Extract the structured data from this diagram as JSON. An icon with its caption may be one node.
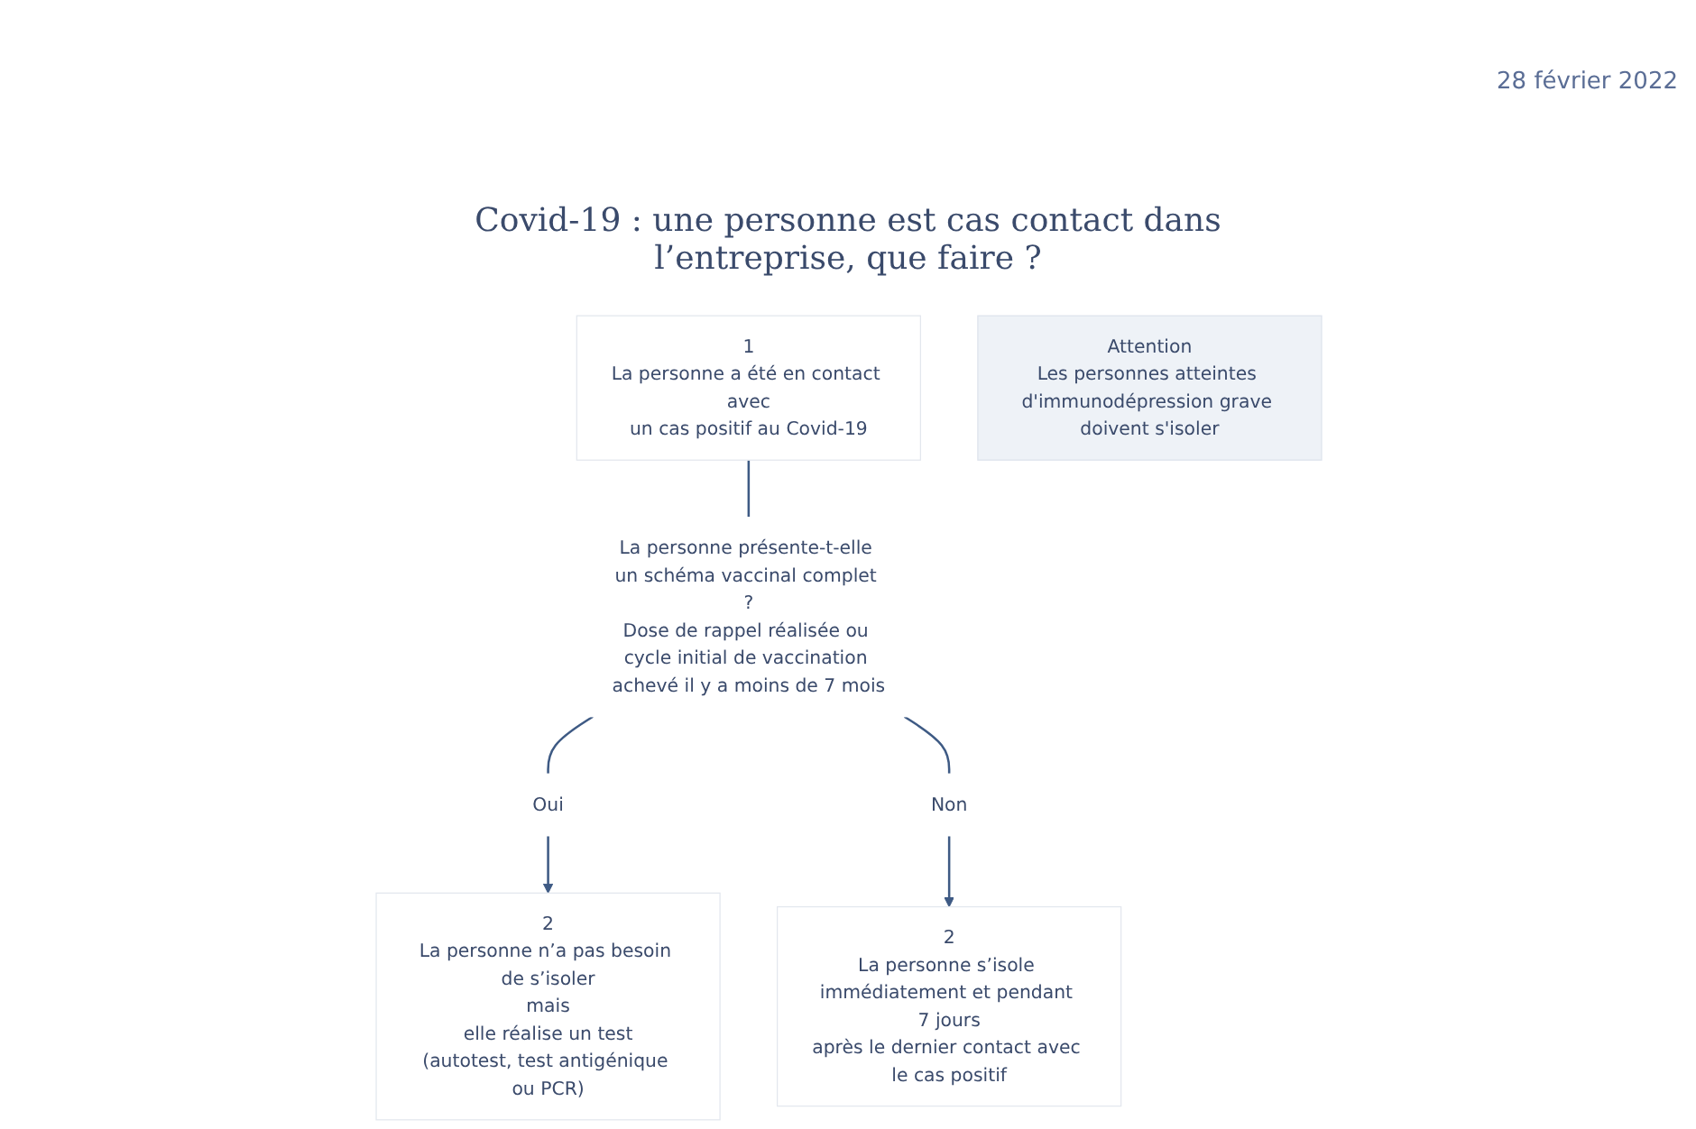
{
  "diagram": {
    "title": "Covid-19 : une personne est cas contact dans l’entreprise, que faire ?",
    "nodes": [
      {
        "text": [
          "1",
          "La personne a été en contact avec",
          "un cas positif au Covid-19"
        ]
      },
      {
        "text": [
          "La personne présente-t-elle un schéma vaccinal complet ?",
          "Dose de rappel réalisée ou cycle initial de vaccination achevé il y a moins de 7 mois"
        ]
      },
      {
        "text": [
          "Oui"
        ]
      },
      {
        "text": [
          "Non"
        ]
      },
      {
        "text": [
          "2",
          "La personne n’a pas besoin de s’isoler",
          "mais",
          "elle réalise un test",
          "(autotest, test antigénique ou PCR)"
        ]
      },
      {
        "text": [
          "2",
          "La personne s’isole immédiatement et pendant 7 jours",
          "après le dernier contact avec le cas positif"
        ]
      },
      {
        "text": [
          "Attention",
          "Les personnes atteintes d'immunodépression grave doivent s'isoler"
        ]
      }
    ],
    "edges": [
      {
        "from": 0,
        "to": 1,
        "arrow": "none"
      },
      {
        "from": 1,
        "to": 2,
        "arrow": "none"
      },
      {
        "from": 1,
        "to": 3,
        "arrow": "none"
      },
      {
        "from": 2,
        "to": 4,
        "arrow": "to"
      },
      {
        "from": 3,
        "to": 5,
        "arrow": "to"
      }
    ],
    "labels": [
      "28 février 2022"
    ]
  }
}
